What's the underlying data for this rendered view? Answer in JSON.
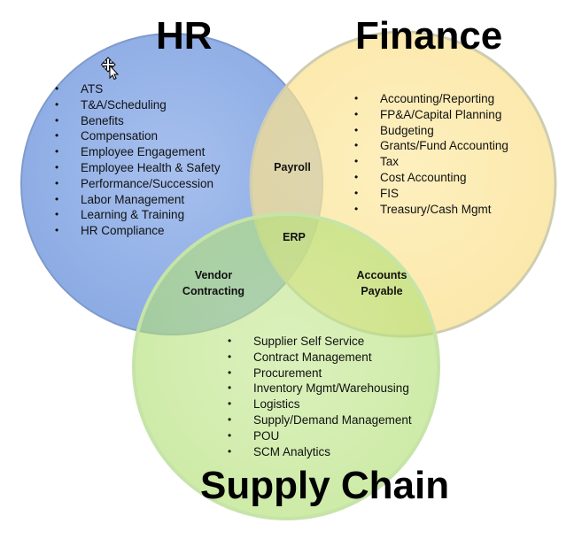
{
  "circles": {
    "hr": {
      "title": "HR",
      "fill": "#8faee6",
      "stroke": "#7f9acb",
      "items": [
        "ATS",
        "T&A/Scheduling",
        "Benefits",
        "Compensation",
        "Employee Engagement",
        "Employee Health & Safety",
        "Performance/Succession",
        "Labor Management",
        "Learning & Training",
        "HR Compliance"
      ]
    },
    "finance": {
      "title": "Finance",
      "fill": "#fbe28f",
      "stroke": "#d8d6b4",
      "items": [
        "Accounting/Reporting",
        "FP&A/Capital Planning",
        "Budgeting",
        "Grants/Fund Accounting",
        "Tax",
        "Cost Accounting",
        "FIS",
        "Treasury/Cash Mgmt"
      ]
    },
    "supply_chain": {
      "title": "Supply Chain",
      "fill": "#b8e27c",
      "stroke": "#c2e2a2",
      "items": [
        "Supplier Self Service",
        "Contract Management",
        "Procurement",
        "Inventory Mgmt/Warehousing",
        "Logistics",
        "Supply/Demand Management",
        "POU",
        "SCM Analytics"
      ]
    }
  },
  "overlaps": {
    "hr_finance": "Payroll",
    "center": "ERP",
    "hr_supply_chain_line1": "Vendor",
    "hr_supply_chain_line2": "Contracting",
    "finance_supply_chain_line1": "Accounts",
    "finance_supply_chain_line2": "Payable"
  },
  "bullet": "•",
  "cursor_icon": "move-cursor-icon"
}
